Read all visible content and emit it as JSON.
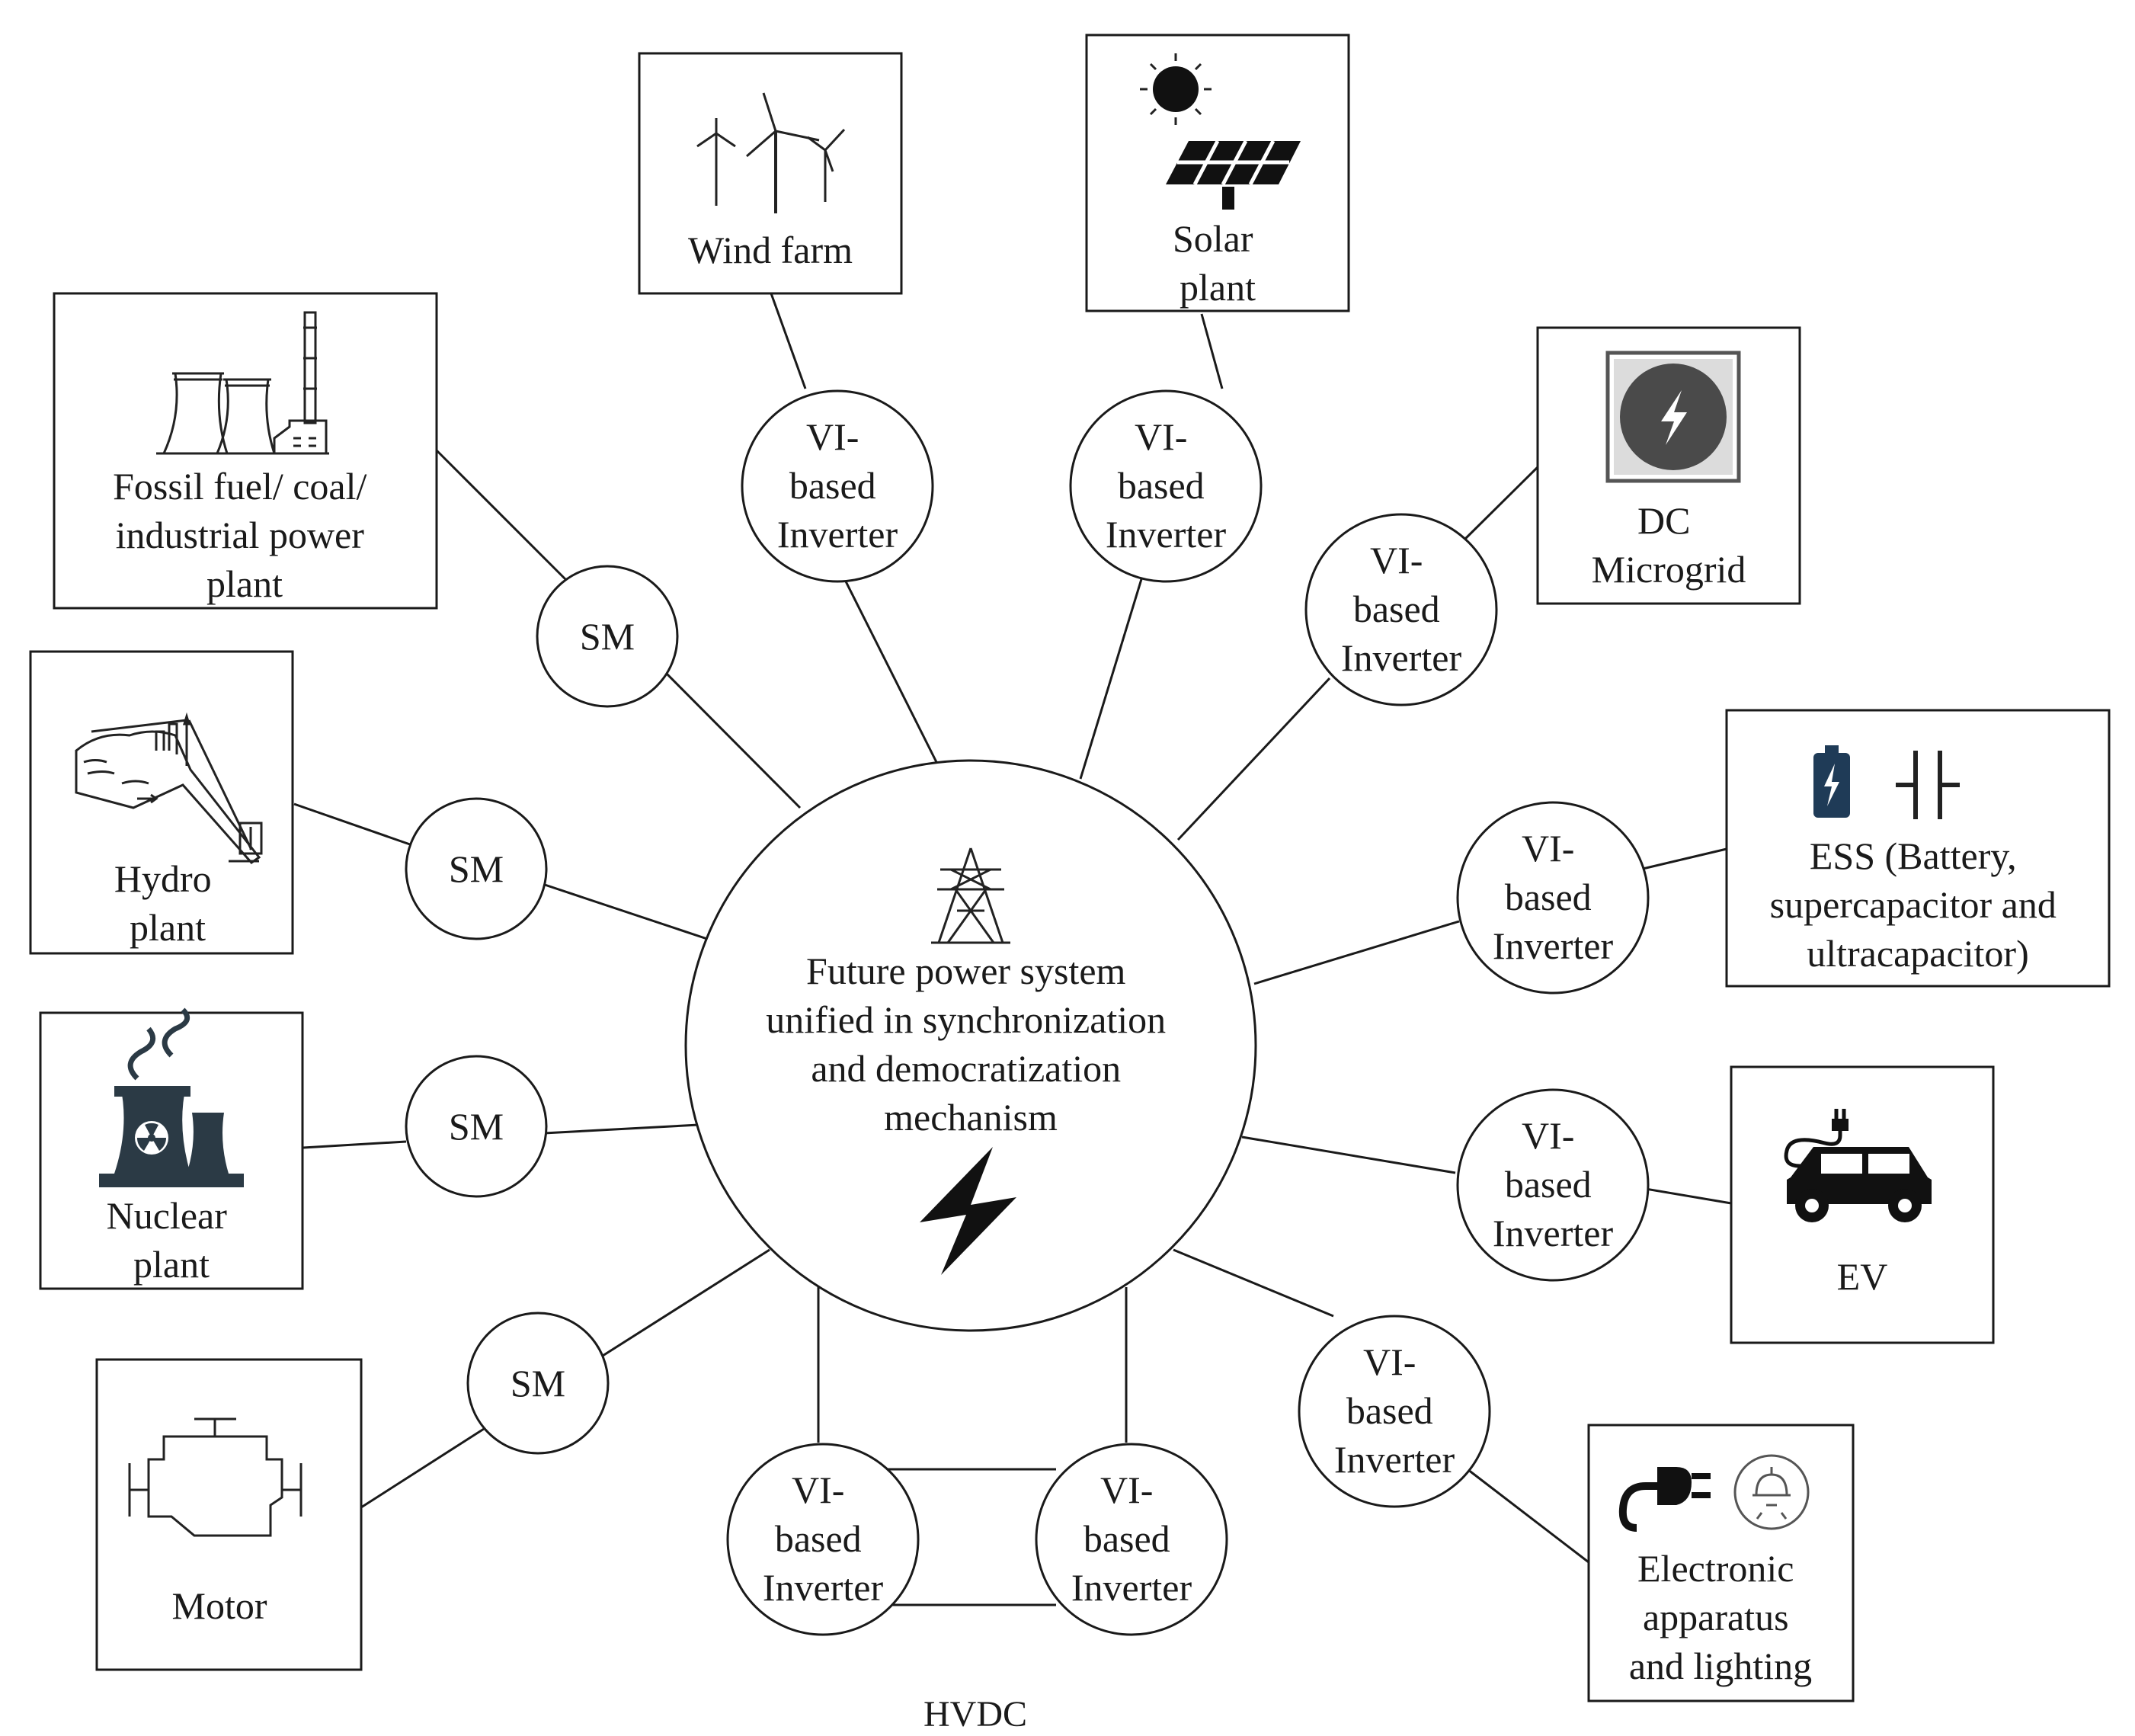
{
  "center": {
    "lines": [
      "Future power system",
      "unified in synchronization",
      "and democratization",
      "mechanism"
    ],
    "icons": [
      "transmission-tower-icon",
      "lightning-bolt-icon"
    ]
  },
  "sources": {
    "wind": {
      "lines": [
        "Wind farm"
      ],
      "icon": "wind-turbine-icon"
    },
    "solar": {
      "lines": [
        "Solar",
        "plant"
      ],
      "icon": "sun-and-solar-panel-icon"
    },
    "fossil": {
      "lines": [
        "Fossil fuel/ coal/",
        "industrial power",
        "plant"
      ],
      "icon": "power-plant-icon"
    },
    "dcmicrogrid": {
      "lines": [
        "DC",
        "Microgrid"
      ],
      "icon": "dc-microgrid-icon"
    },
    "hydro": {
      "lines": [
        "Hydro",
        "plant"
      ],
      "icon": "hydro-dam-icon"
    },
    "ess": {
      "lines": [
        "ESS (Battery,",
        "supercapacitor and",
        "ultracapacitor)"
      ],
      "icons": [
        "battery-icon",
        "capacitor-icon"
      ]
    },
    "nuclear": {
      "lines": [
        "Nuclear",
        "plant"
      ],
      "icon": "nuclear-plant-icon"
    },
    "ev": {
      "lines": [
        "EV"
      ],
      "icon": "electric-car-icon"
    },
    "motor": {
      "lines": [
        "Motor"
      ],
      "icon": "engine-icon"
    },
    "electronic": {
      "lines": [
        "Electronic",
        "apparatus",
        "and lighting"
      ],
      "icons": [
        "plug-icon",
        "lamp-icon"
      ]
    }
  },
  "converters": {
    "sm_label": "SM",
    "inverter_lines": [
      "VI-",
      "based",
      "Inverter"
    ]
  },
  "hvdc_label": "HVDC",
  "colors": {
    "line": "#1a1a1a",
    "icon": "#111111",
    "ess_battery": "#1f3b57",
    "nuclear": "#2b3a45"
  }
}
